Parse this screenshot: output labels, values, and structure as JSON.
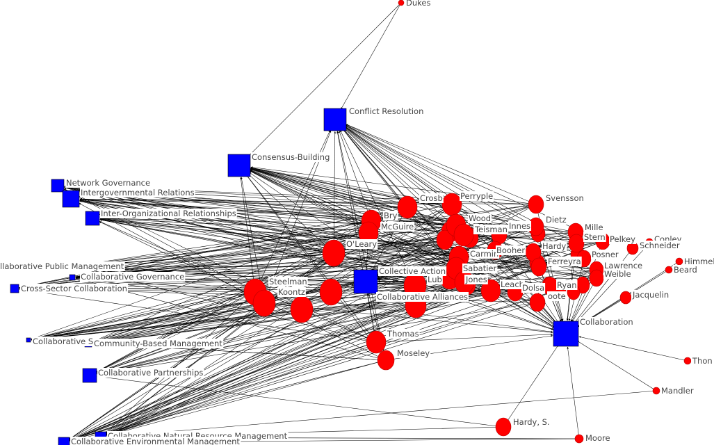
{
  "concepts": [
    {
      "id": "conflict-resolution",
      "label": "Conflict Resolution"
    },
    {
      "id": "consensus-building",
      "label": "Consensus-Building"
    },
    {
      "id": "network-governance",
      "label": "Network Governance"
    },
    {
      "id": "intergovernmental-relations",
      "label": "Intergovernmental Relations"
    },
    {
      "id": "inter-organizational-relationships",
      "label": "Inter-Organizational Relationships"
    },
    {
      "id": "collaborative-public-management",
      "label": "llaborative Public Management"
    },
    {
      "id": "collaborative-governance",
      "label": "Collaborative Governance"
    },
    {
      "id": "cross-sector-collaboration",
      "label": "Cross-Sector Collaboration"
    },
    {
      "id": "collaborative-s",
      "label": "Collaborative S"
    },
    {
      "id": "community-based-management",
      "label": "Community-Based Management"
    },
    {
      "id": "collaborative-partnerships",
      "label": "Collaborative Partnerships"
    },
    {
      "id": "collaborative-natural-resource-management",
      "label": "Collaborative Natural Resource Management"
    },
    {
      "id": "collaborative-environmental-management",
      "label": "Collaborative Environmental Management"
    },
    {
      "id": "collective-action",
      "label": "Collective Action"
    },
    {
      "id": "collaborative-alliances",
      "label": "Collaborative Alliances"
    },
    {
      "id": "collaboration",
      "label": "Collaboration"
    }
  ],
  "authors": [
    {
      "id": "dukes",
      "label": "Dukes"
    },
    {
      "id": "crosby",
      "label": "Crosb"
    },
    {
      "id": "perry",
      "label": "Perryple"
    },
    {
      "id": "svensson",
      "label": "Svensson"
    },
    {
      "id": "bryson",
      "label": "Bry"
    },
    {
      "id": "wood",
      "label": "Wood"
    },
    {
      "id": "mcguire",
      "label": "McGuire"
    },
    {
      "id": "teisman",
      "label": "Teisman"
    },
    {
      "id": "innes",
      "label": "Innes"
    },
    {
      "id": "dietz",
      "label": "Dietz"
    },
    {
      "id": "oleary",
      "label": "O'Leary"
    },
    {
      "id": "carmin",
      "label": "Carmin"
    },
    {
      "id": "booher",
      "label": "Booher"
    },
    {
      "id": "hardy",
      "label": "Hardy"
    },
    {
      "id": "miller",
      "label": "Mille"
    },
    {
      "id": "stern",
      "label": "Stern"
    },
    {
      "id": "pelkey",
      "label": "Pelkey"
    },
    {
      "id": "conley",
      "label": "Conley"
    },
    {
      "id": "schneider",
      "label": "Schneider"
    },
    {
      "id": "posner",
      "label": "Posner"
    },
    {
      "id": "himmelman",
      "label": "Himmel"
    },
    {
      "id": "beard",
      "label": "Beard"
    },
    {
      "id": "lawrence",
      "label": "Lawrence"
    },
    {
      "id": "ferreyra",
      "label": "Ferreyra"
    },
    {
      "id": "sabatier",
      "label": "Sabatier"
    },
    {
      "id": "weible",
      "label": "Weible"
    },
    {
      "id": "steelman",
      "label": "Steelman"
    },
    {
      "id": "koontz",
      "label": "Koontz"
    },
    {
      "id": "lubell",
      "label": "Lub"
    },
    {
      "id": "jones",
      "label": "Jones"
    },
    {
      "id": "leach",
      "label": "Leach"
    },
    {
      "id": "dolsak",
      "label": "Dolsa"
    },
    {
      "id": "ryan",
      "label": "Ryan"
    },
    {
      "id": "foote",
      "label": "oote"
    },
    {
      "id": "jacquelin",
      "label": "Jacquelin"
    },
    {
      "id": "thomas",
      "label": "Thomas"
    },
    {
      "id": "moseley",
      "label": "Moseley"
    },
    {
      "id": "thomson",
      "label": "Thon"
    },
    {
      "id": "mandler",
      "label": "Mandler"
    },
    {
      "id": "hardy-s",
      "label": "Hardy, S."
    },
    {
      "id": "moore",
      "label": "Moore"
    }
  ]
}
